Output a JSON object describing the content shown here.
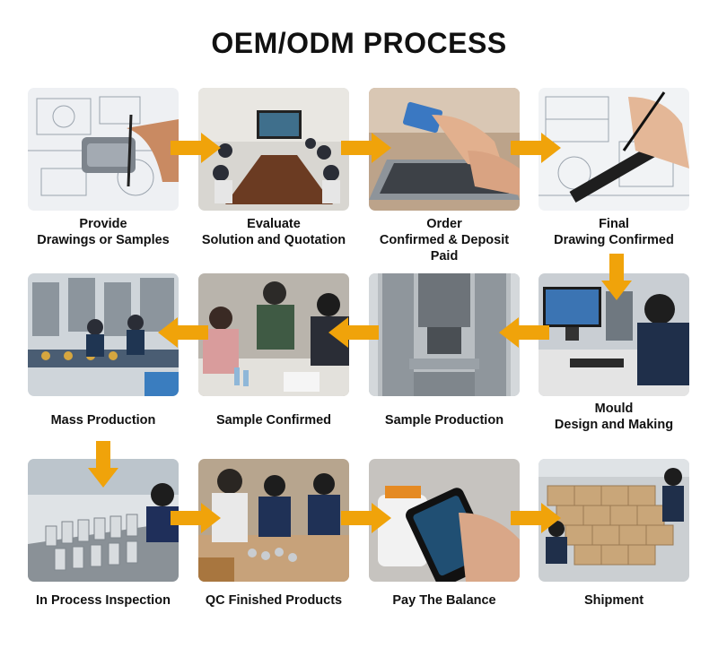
{
  "title": "OEM/ODM PROCESS",
  "accent_color": "#F0A30A",
  "steps": [
    {
      "label": "Provide\nDrawings or Samples",
      "icon": "drawing-sketch-photo"
    },
    {
      "label": "Evaluate\nSolution and Quotation",
      "icon": "meeting-room-photo"
    },
    {
      "label": "Order\nConfirmed & Deposit\nPaid",
      "icon": "laptop-card-photo"
    },
    {
      "label": "Final\nDrawing Confirmed",
      "icon": "blueprint-pen-photo"
    },
    {
      "label": "Mould\nDesign and Making",
      "icon": "cad-workstation-photo"
    },
    {
      "label": "Sample Production",
      "icon": "machine-press-photo"
    },
    {
      "label": "Sample Confirmed",
      "icon": "team-review-photo"
    },
    {
      "label": "Mass Production",
      "icon": "factory-line-photo"
    },
    {
      "label": "In Process Inspection",
      "icon": "parts-inspection-photo"
    },
    {
      "label": "QC Finished Products",
      "icon": "qc-table-photo"
    },
    {
      "label": "Pay The Balance",
      "icon": "card-payment-photo"
    },
    {
      "label": "Shipment",
      "icon": "boxes-warehouse-photo"
    }
  ]
}
